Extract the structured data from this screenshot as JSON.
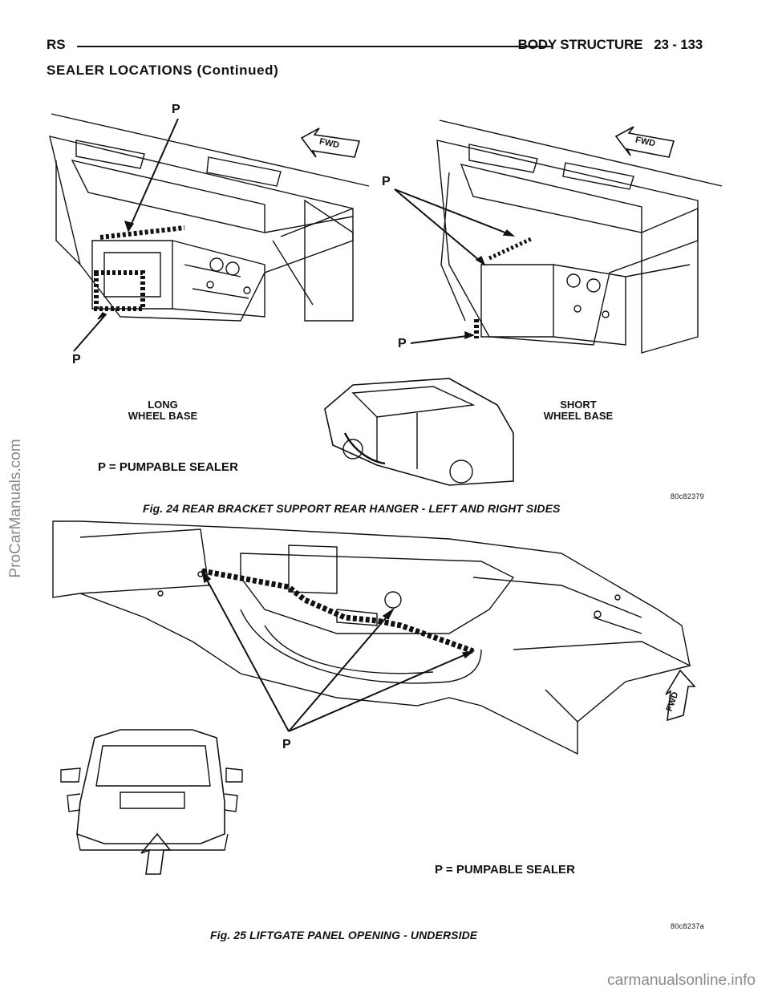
{
  "header": {
    "left": "RS",
    "section_title": "BODY STRUCTURE",
    "page_number": "23 - 133"
  },
  "section_heading": "SEALER LOCATIONS (Continued)",
  "figure_24": {
    "caption": "Fig. 24 REAR BRACKET SUPPORT REAR HANGER - LEFT AND RIGHT SIDES",
    "code": "80c82379",
    "label_long": "LONG\nWHEEL BASE",
    "label_short": "SHORT\nWHEEL BASE",
    "legend": "P = PUMPABLE SEALER",
    "fwd_label": "FWD",
    "marker": "P"
  },
  "figure_25": {
    "caption": "Fig. 25 LIFTGATE PANEL OPENING - UNDERSIDE",
    "code": "80c8237a",
    "legend": "P = PUMPABLE SEALER",
    "fwd_label": "FWD",
    "marker": "P"
  },
  "watermarks": {
    "side": "ProCarManuals.com",
    "footer": "carmanualsonline.info"
  }
}
